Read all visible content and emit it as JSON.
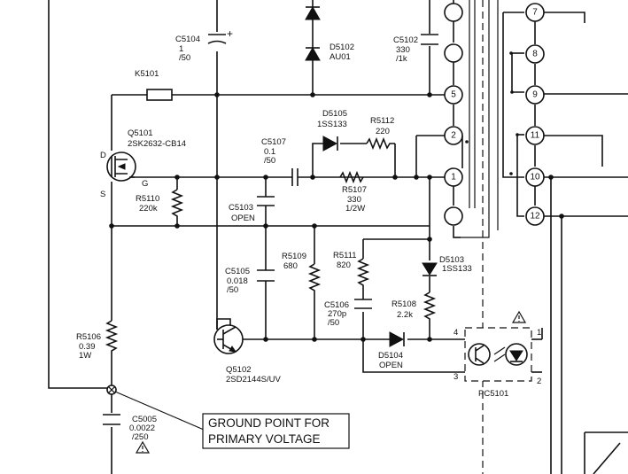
{
  "components": {
    "k5101": {
      "ref": "K5101"
    },
    "q5101": {
      "ref": "Q5101",
      "part": "2SK2632-CB14",
      "d": "D",
      "g": "G",
      "s": "S"
    },
    "c5104": {
      "ref": "C5104",
      "v1": "1",
      "v2": "/50"
    },
    "d5102": {
      "ref": "D5102",
      "part": "AU01"
    },
    "c5102": {
      "ref": "C5102",
      "v1": "330",
      "v2": "/1k"
    },
    "d5105": {
      "ref": "D5105",
      "part": "1SS133"
    },
    "r5112": {
      "ref": "R5112",
      "value": "220"
    },
    "c5107": {
      "ref": "C5107",
      "v1": "0.1",
      "v2": "/50"
    },
    "r5107": {
      "ref": "R5107",
      "v1": "330",
      "v2": "1/2W"
    },
    "r5110": {
      "ref": "R5110",
      "value": "220k"
    },
    "c5103": {
      "ref": "C5103",
      "value": "OPEN"
    },
    "c5105": {
      "ref": "C5105",
      "v1": "0.018",
      "v2": "/50"
    },
    "r5109": {
      "ref": "R5109",
      "value": "680"
    },
    "r5111": {
      "ref": "R5111",
      "value": "820"
    },
    "d5103": {
      "ref": "D5103",
      "part": "1SS133"
    },
    "c5106": {
      "ref": "C5106",
      "v1": "270p",
      "v2": "/50"
    },
    "r5108": {
      "ref": "R5108",
      "value": "2.2k"
    },
    "r5106": {
      "ref": "R5106",
      "v1": "0.39",
      "v2": "1W"
    },
    "q5102": {
      "ref": "Q5102",
      "part": "2SD2144S/UV"
    },
    "d5104": {
      "ref": "D5104",
      "value": "OPEN"
    },
    "c5005": {
      "ref": "C5005",
      "v1": "0.0022",
      "v2": "/250"
    },
    "pc5101": {
      "ref": "PC5101",
      "pins": [
        "4",
        "3",
        "1",
        "2"
      ]
    }
  },
  "transformer": {
    "primary_pins": [
      "5",
      "2",
      "1"
    ],
    "secondary_pins": [
      "7",
      "8",
      "9",
      "11",
      "10",
      "12"
    ]
  },
  "ground_note": {
    "line1": "GROUND POINT FOR",
    "line2": "PRIMARY VOLTAGE"
  },
  "symbols": {
    "plus": "+",
    "warning": "warning-triangle-icon"
  }
}
